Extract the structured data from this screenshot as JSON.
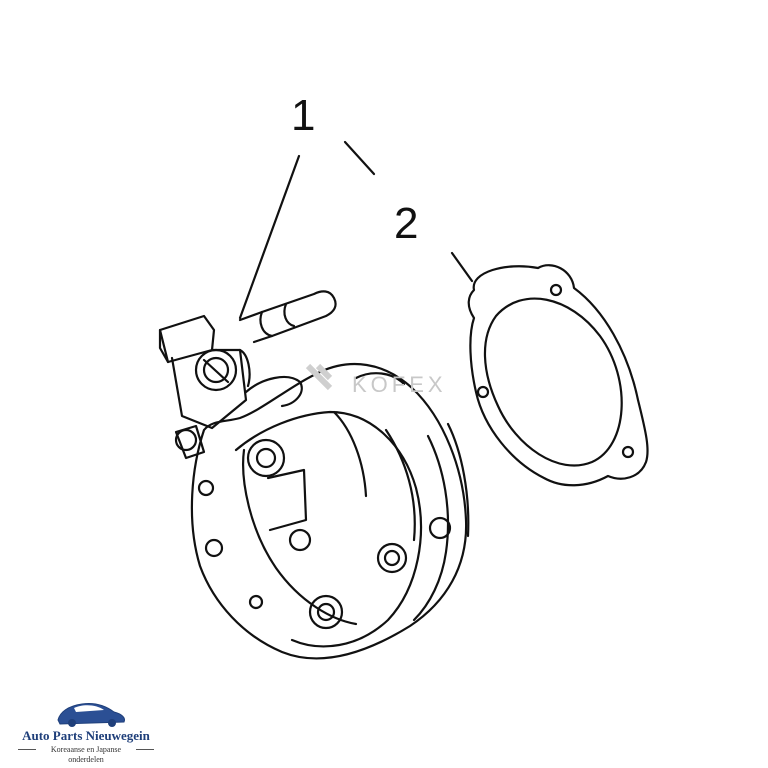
{
  "diagram": {
    "callouts": [
      {
        "id": "1",
        "label": "1"
      },
      {
        "id": "2",
        "label": "2"
      }
    ],
    "parts": [
      {
        "callout": "1",
        "name": "vacuum-pump"
      },
      {
        "callout": "2",
        "name": "gasket"
      }
    ],
    "watermark": "KOFEX"
  },
  "logo": {
    "brand": "Auto Parts Nieuwegein",
    "tagline_line1": "Koreaanse en Japanse",
    "tagline_line2": "onderdelen",
    "accent_color": "#1f3f7a"
  },
  "colors": {
    "line": "#111111",
    "watermark": "#c8c8c8"
  }
}
